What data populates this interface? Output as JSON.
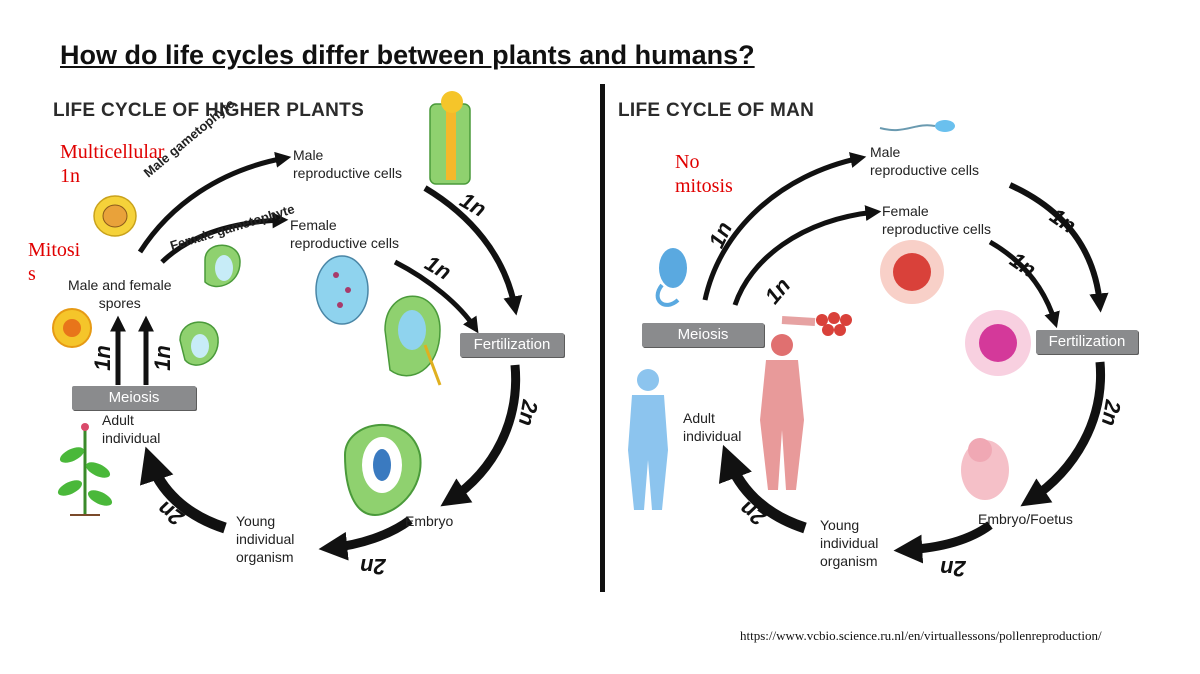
{
  "title": "How do life cycles differ between plants and humans?",
  "plants": {
    "heading": "LIFE CYCLE OF HIGHER PLANTS",
    "annotation_multicellular": "Multicellular\n1n",
    "annotation_mitosis": "Mitosi\ns",
    "male_repro": "Male\nreproductive cells",
    "female_repro": "Female\nreproductive cells",
    "spores": "Male and female\nspores",
    "male_gametophyte": "Male gametophyte",
    "female_gametophyte": "Female gametophyte",
    "meiosis": "Meiosis",
    "fertilization": "Fertilization",
    "adult": "Adult\nindividual",
    "young": "Young\nindividual\norganism",
    "embryo": "Embryo",
    "ploidy_1n": "1n",
    "ploidy_2n": "2n"
  },
  "man": {
    "heading": "LIFE CYCLE OF MAN",
    "annotation_no_mitosis": "No\nmitosis",
    "male_repro": "Male\nreproductive cells",
    "female_repro": "Female\nreproductive cells",
    "meiosis": "Meiosis",
    "fertilization": "Fertilization",
    "adult": "Adult\nindividual",
    "young": "Young\nindividual\norganism",
    "embryo": "Embryo/Foetus",
    "ploidy_1n": "1n",
    "ploidy_2n": "2n"
  },
  "source": "https://www.vcbio.science.ru.nl/en/virtuallessons/pollenreproduction/",
  "colors": {
    "annotation": "#e00000",
    "step_box": "#8a8b8d",
    "plant_green": "#7cc56a",
    "cell_blue": "#8fd3ee",
    "human_blue": "#5aa9e0",
    "human_red": "#d9413a"
  }
}
